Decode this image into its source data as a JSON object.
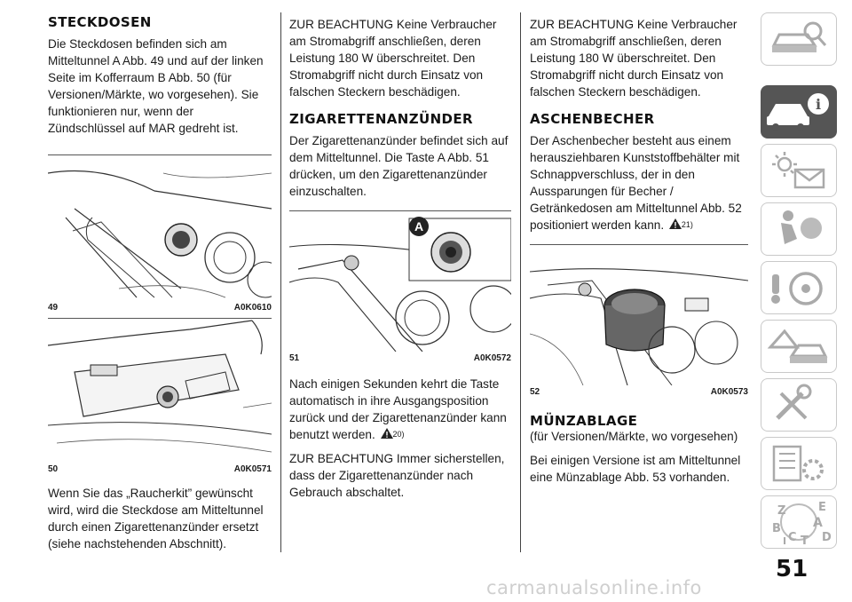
{
  "col1": {
    "heading": "STECKDOSEN",
    "para1": "Die Steckdosen befinden sich am Mitteltunnel A Abb. 49 und auf der linken Seite im Kofferraum B Abb. 50 (für Versionen/Märkte, wo vorgesehen). Sie funktionieren nur, wenn der Zündschlüssel auf MAR gedreht ist.",
    "fig1": {
      "num": "49",
      "code": "A0K0610"
    },
    "fig2": {
      "num": "50",
      "code": "A0K0571"
    },
    "para2": "Wenn Sie das „Raucherkit” gewünscht wird, wird die Steckdose am Mitteltunnel durch einen Zigarettenanzünder ersetzt (siehe nachstehenden Abschnitt)."
  },
  "col2": {
    "para1": "ZUR BEACHTUNG Keine Verbraucher am Stromabgriff anschließen, deren Leistung 180 W überschreitet. Den Stromabgriff nicht durch Einsatz von falschen Steckern beschädigen.",
    "heading": "ZIGARETTENANZÜNDER",
    "para2": "Der Zigarettenanzünder befindet sich auf dem Mitteltunnel. Die Taste A Abb. 51 drücken, um den Zigarettenanzünder einzuschalten.",
    "fig": {
      "num": "51",
      "code": "A0K0572",
      "callout": "A"
    },
    "para3": "Nach einigen Sekunden kehrt die Taste automatisch in ihre Ausgangsposition zurück und der Zigarettenanzünder kann benutzt werden.",
    "ref3": "20)",
    "para4": "ZUR BEACHTUNG Immer sicherstellen, dass der Zigarettenanzünder nach Gebrauch abschaltet."
  },
  "col3": {
    "para1": "ZUR BEACHTUNG Keine Verbraucher am Stromabgriff anschließen, deren Leistung 180 W überschreitet. Den Stromabgriff nicht durch Einsatz von falschen Steckern beschädigen.",
    "heading": "ASCHENBECHER",
    "para2": "Der Aschenbecher besteht aus einem herausziehbaren Kunststoffbehälter mit Schnappverschluss, der in den Aussparungen für Becher / Getränkedosen am Mitteltunnel Abb. 52 positioniert werden kann.",
    "ref2": "21)",
    "fig": {
      "num": "52",
      "code": "A0K0573"
    },
    "heading2": "MÜNZABLAGE",
    "subheading": "(für Versionen/Märkte, wo vorgesehen)",
    "para3": "Bei einigen Versione ist am Mitteltunnel eine Münzablage Abb. 53 vorhanden."
  },
  "sidebar": {
    "icons": [
      "car-search-icon",
      "car-info-icon",
      "warning-lights-icon",
      "airbag-icon",
      "steering-wheel-icon",
      "car-breakdown-icon",
      "wrench-icon",
      "document-gear-icon",
      "index-icon"
    ],
    "active_index": 1,
    "index_letters": [
      "Z",
      "E",
      "A",
      "B",
      "C",
      "T",
      "D",
      "I"
    ]
  },
  "page_number": "51",
  "watermark": "carmanualsonline.info"
}
